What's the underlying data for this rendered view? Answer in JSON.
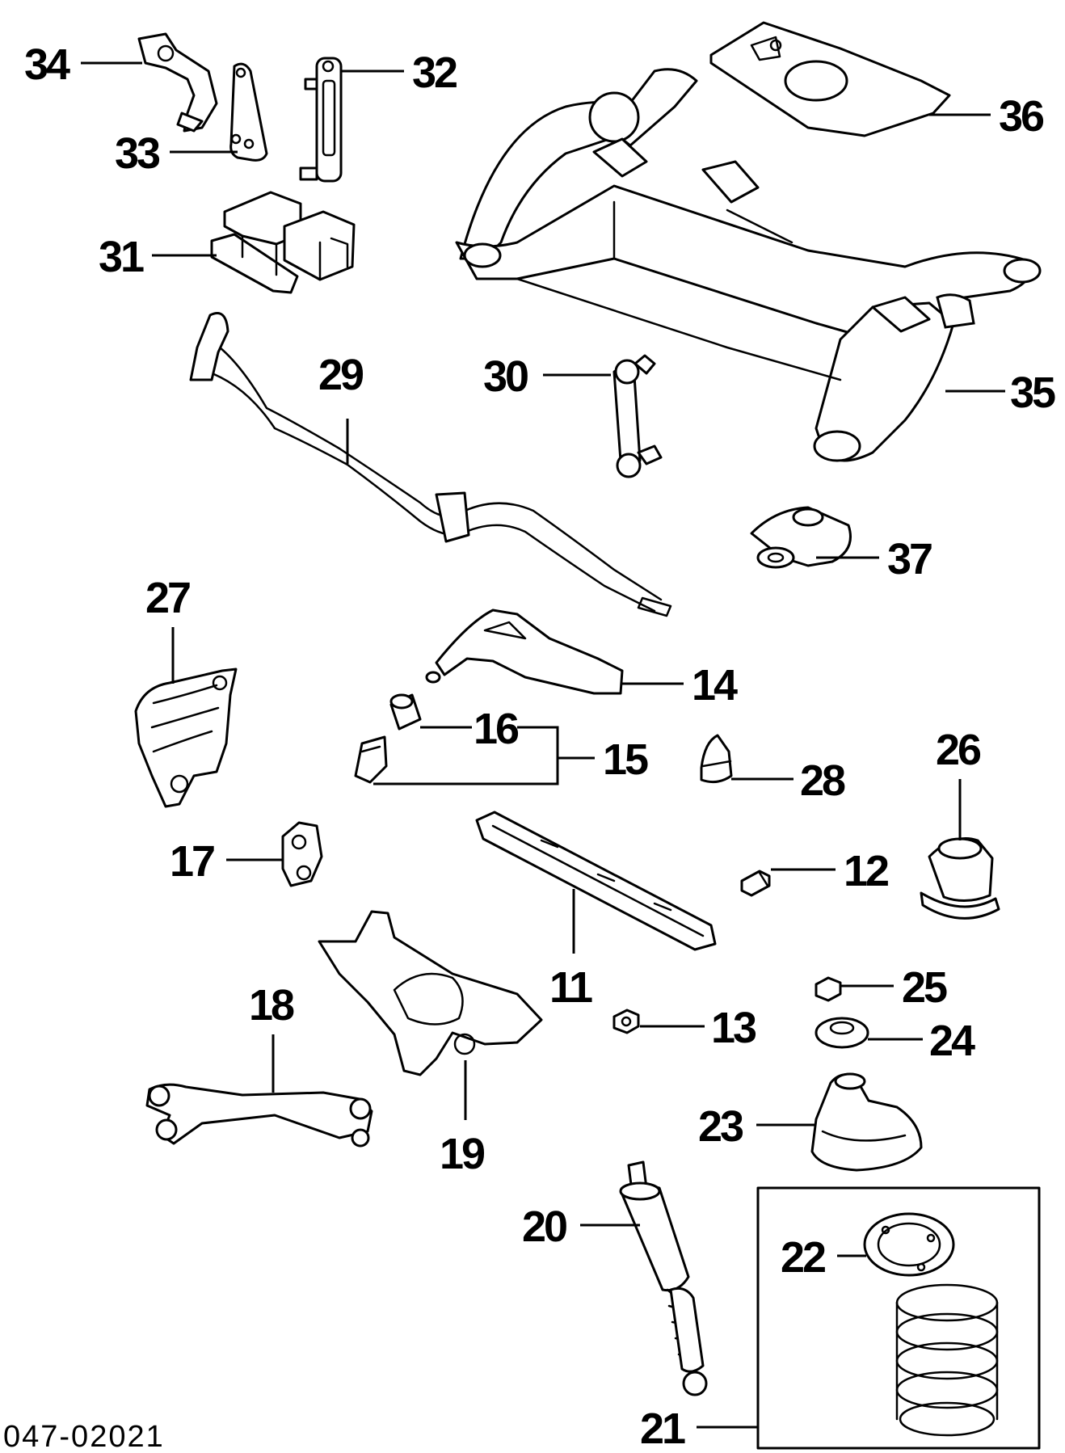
{
  "diagram": {
    "reference_code": "047-02021",
    "callouts": {
      "c11": "11",
      "c12": "12",
      "c13": "13",
      "c14": "14",
      "c15": "15",
      "c16": "16",
      "c17": "17",
      "c18": "18",
      "c19": "19",
      "c20": "20",
      "c21": "21",
      "c22": "22",
      "c23": "23",
      "c24": "24",
      "c25": "25",
      "c26": "26",
      "c27": "27",
      "c28": "28",
      "c29": "29",
      "c30": "30",
      "c31": "31",
      "c32": "32",
      "c33": "33",
      "c34": "34",
      "c35": "35",
      "c36": "36",
      "c37": "37"
    }
  }
}
